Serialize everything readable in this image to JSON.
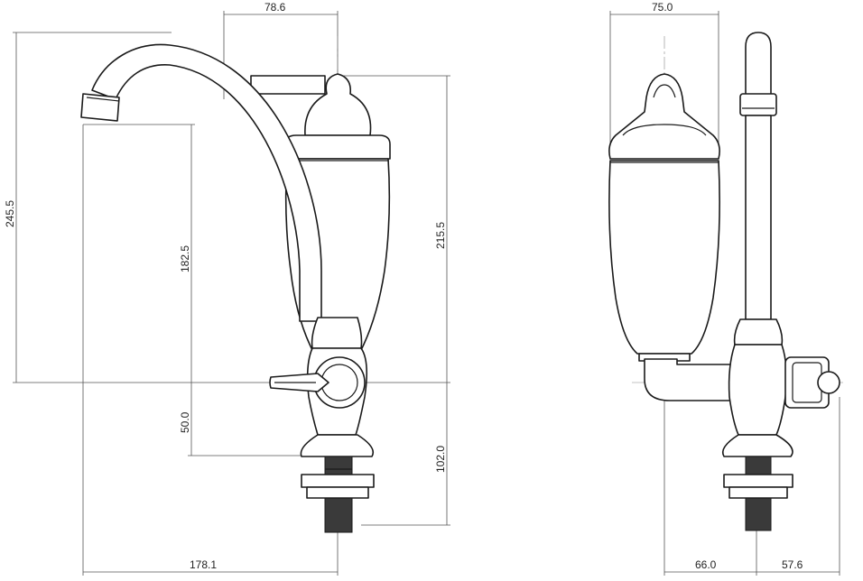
{
  "dimensions": {
    "left_view": {
      "spout_reach_top": "78.6",
      "overall_height": "245.5",
      "spout_height": "182.5",
      "body_height": "215.5",
      "handle_offset": "50.0",
      "mount_height": "102.0",
      "spout_reach_bottom": "178.1"
    },
    "right_view": {
      "body_width": "75.0",
      "base_left": "66.0",
      "base_right": "57.6"
    }
  },
  "colors": {
    "line": "#1a1a1a",
    "dimension": "#555555",
    "background": "#ffffff"
  }
}
